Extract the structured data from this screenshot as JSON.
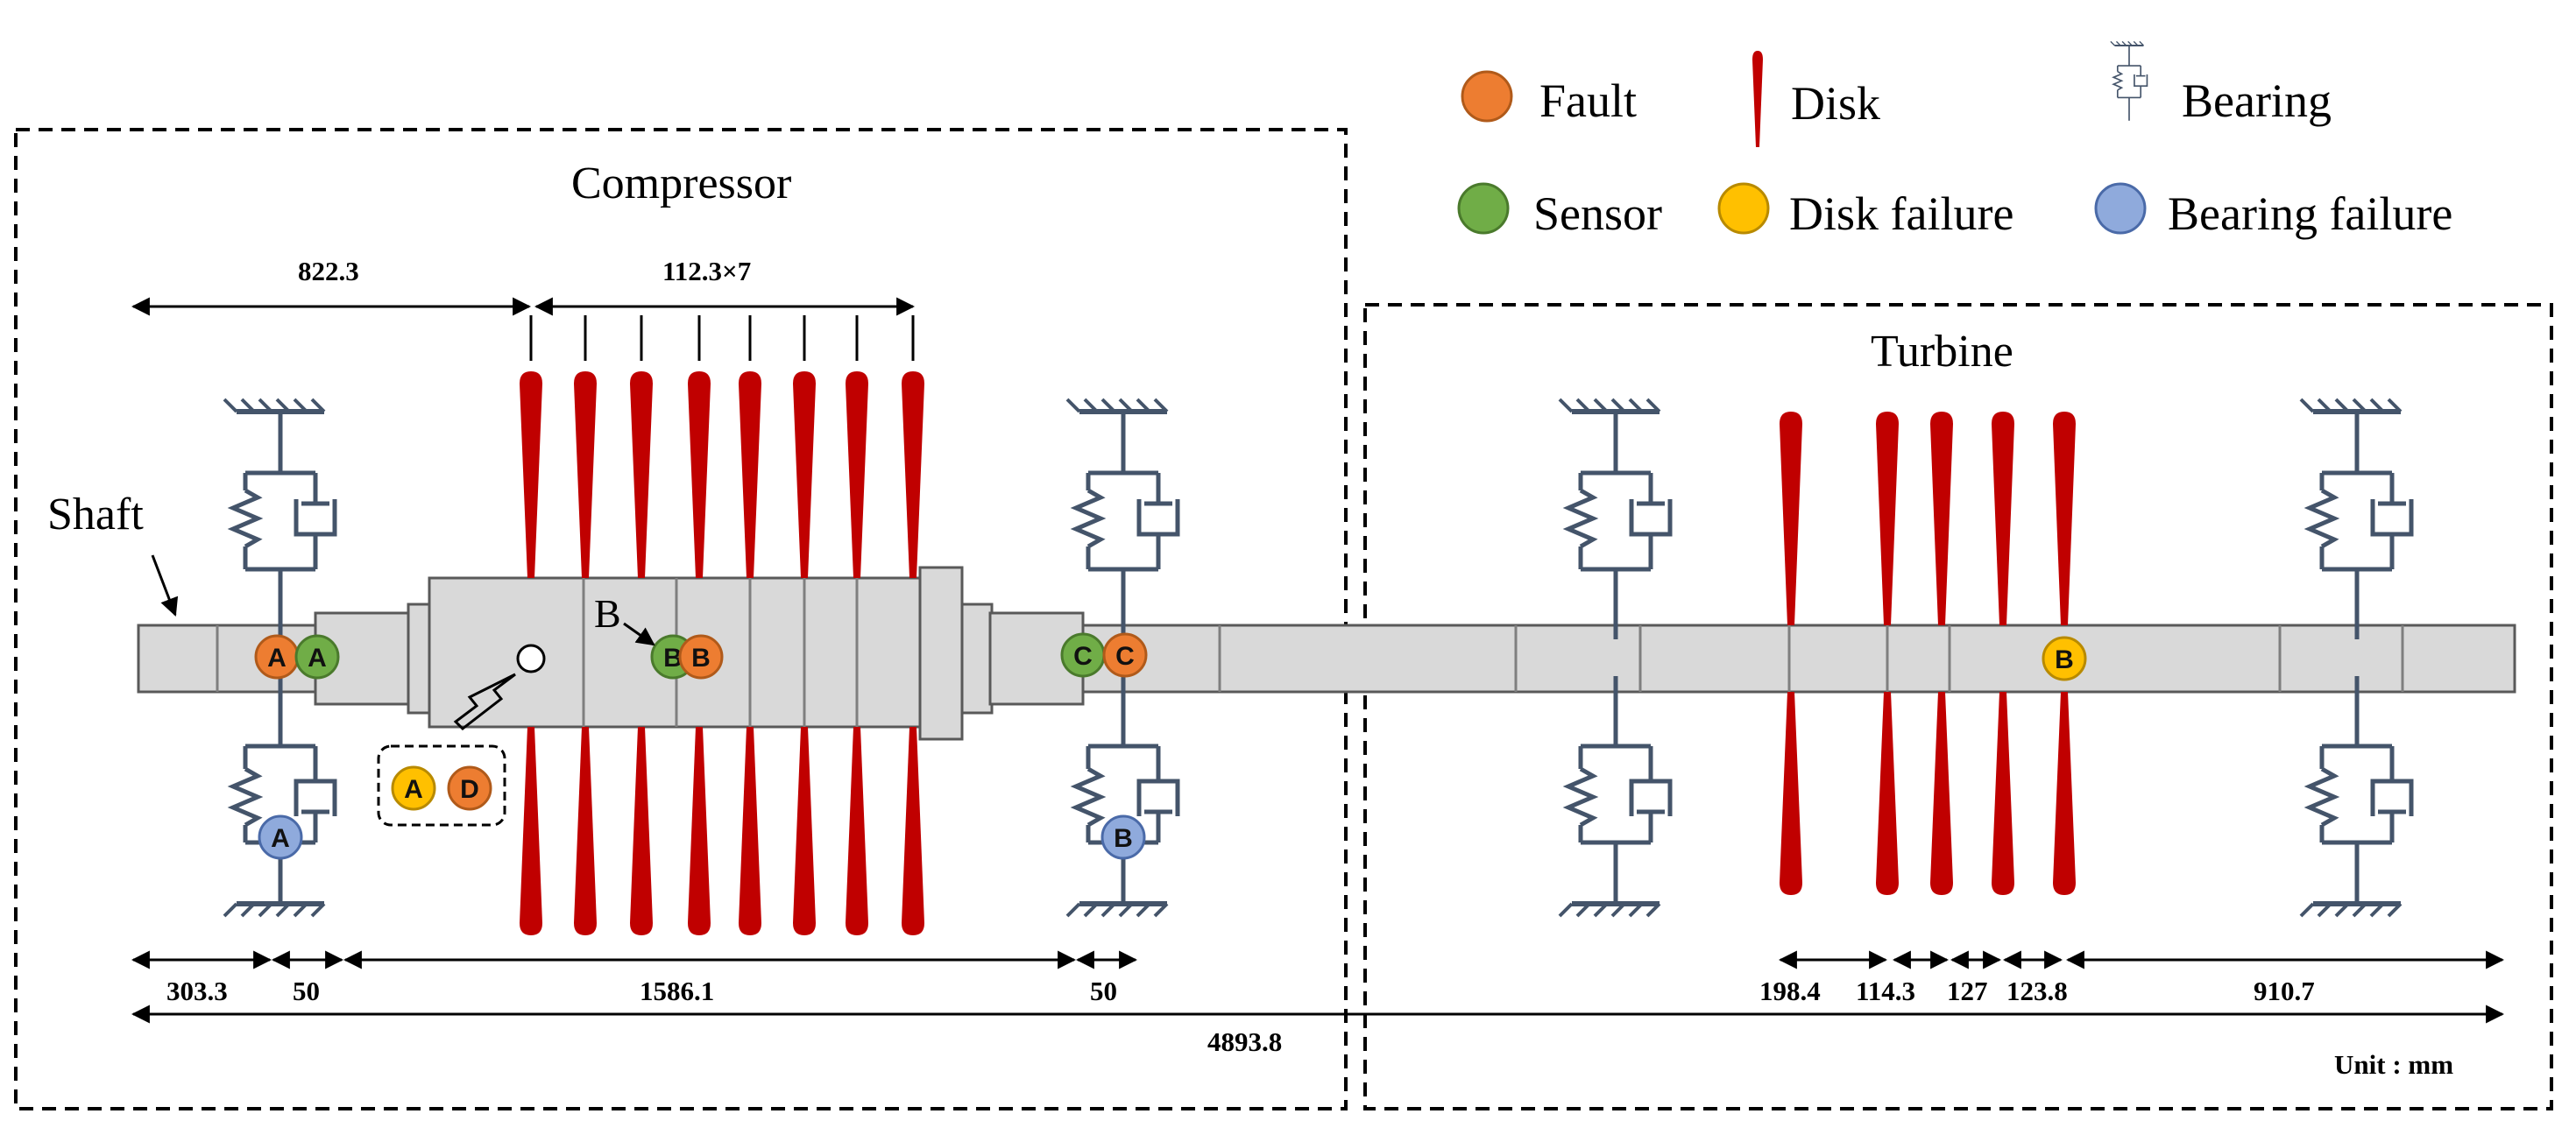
{
  "legend": {
    "fault": "Fault",
    "disk": "Disk",
    "bearing": "Bearing",
    "sensor": "Sensor",
    "disk_failure": "Disk failure",
    "bearing_failure": "Bearing failure"
  },
  "sections": {
    "compressor": "Compressor",
    "turbine": "Turbine"
  },
  "labels": {
    "shaft": "Shaft",
    "unit": "Unit : mm"
  },
  "dimensions": {
    "d1": "822.3",
    "d2": "112.3×7",
    "b1": "303.3",
    "b2": "50",
    "b3": "1586.1",
    "b4": "50",
    "total": "4893.8",
    "t1": "198.4",
    "t2": "114.3",
    "t3": "127",
    "t4": "123.8",
    "t5": "910.7"
  },
  "markers": {
    "fault_a": "A",
    "sensor_a": "A",
    "sensor_b": "B",
    "fault_b": "B",
    "sensor_c": "C",
    "fault_c": "C",
    "bearing_fail_a": "A",
    "bearing_fail_b": "B",
    "disk_fail_a": "A",
    "fault_d": "D",
    "disk_fail_b": "B",
    "pointer_b": "B"
  },
  "colors": {
    "fault": "#ED7D31",
    "sensor": "#70AD47",
    "disk_failure": "#FFC000",
    "bearing_failure": "#8FAADC",
    "disk": "#C00000",
    "bearing": "#44546A",
    "shaft_fill": "#D9D9D9"
  }
}
